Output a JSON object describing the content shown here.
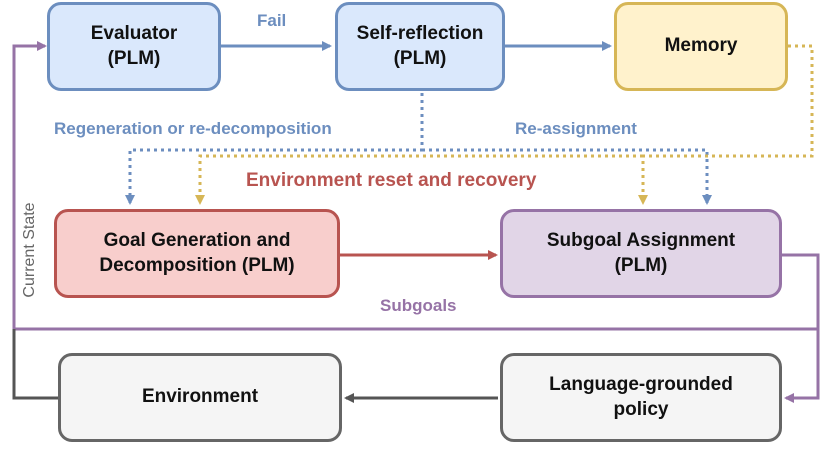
{
  "nodes": {
    "evaluator": {
      "line1": "Evaluator",
      "line2": "(PLM)"
    },
    "self_reflect": {
      "line1": "Self-reflection",
      "line2": "(PLM)"
    },
    "memory": {
      "line1": "Memory"
    },
    "goal_gen": {
      "line1": "Goal Generation and",
      "line2": "Decomposition (PLM)"
    },
    "subgoal": {
      "line1": "Subgoal Assignment",
      "line2": "(PLM)"
    },
    "environment": {
      "line1": "Environment"
    },
    "policy": {
      "line1": "Language-grounded",
      "line2": "policy"
    }
  },
  "edges": {
    "fail": "Fail",
    "regen": "Regeneration or re-decomposition",
    "reassign": "Re-assignment",
    "env_reset": "Environment reset and recovery",
    "subgoals": "Subgoals",
    "current_state": "Current State"
  },
  "colors": {
    "blue_border": "#6c8ebf",
    "blue_fill": "#dae8fc",
    "yellow_border": "#d6b656",
    "yellow_fill": "#fff2cc",
    "red_border": "#b85450",
    "red_fill": "#f8cecc",
    "purple_border": "#9673a6",
    "purple_fill": "#e1d5e7",
    "gray_border": "#666666",
    "gray_fill": "#f5f5f5",
    "blue_text": "#6c8ebf",
    "red_text": "#b85450",
    "purple_text": "#9673a6",
    "gray_text": "#666666"
  }
}
